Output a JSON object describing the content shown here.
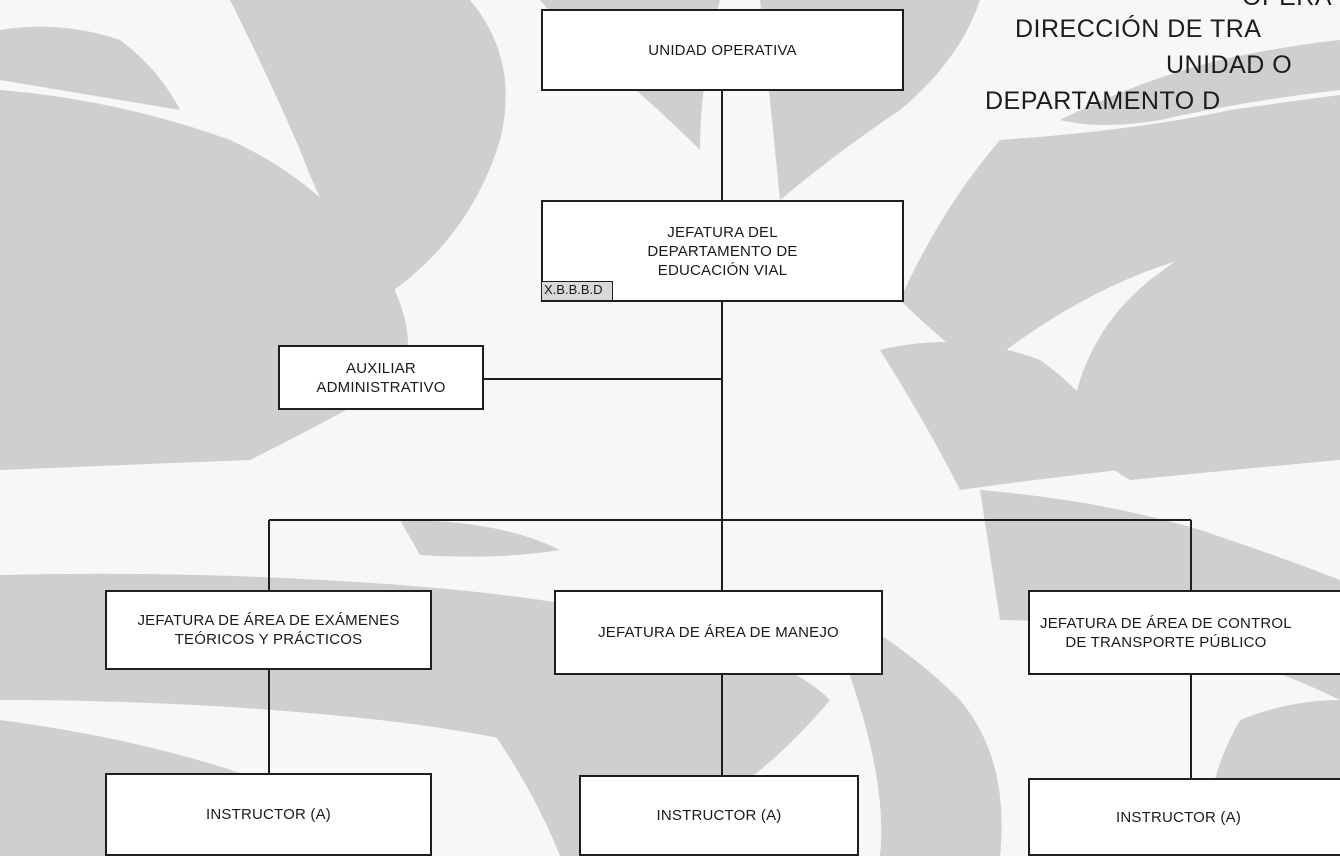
{
  "header": {
    "lines": [
      "OPERA",
      "DIRECCIÓN DE TRA",
      "UNIDAD O",
      "DEPARTAMENTO D"
    ]
  },
  "nodes": {
    "unidad_operativa": "UNIDAD OPERATIVA",
    "jefatura_departamento": "JEFATURA DEL\nDEPARTAMENTO DE\nEDUCACIÓN VIAL",
    "jefatura_code": "X.B.B.B.D",
    "auxiliar": "AUXILIAR\nADMINISTRATIVO",
    "area_examenes": "JEFATURA DE ÁREA DE EXÁMENES\nTEÓRICOS Y PRÁCTICOS",
    "area_manejo": "JEFATURA DE ÁREA DE MANEJO",
    "area_control": "JEFATURA DE ÁREA DE CONTROL\nDE TRANSPORTE PÚBLICO",
    "instructor_1": "INSTRUCTOR (A)",
    "instructor_2": "INSTRUCTOR (A)",
    "instructor_3": "INSTRUCTOR (A)"
  },
  "colors": {
    "background": "#f7f7f7",
    "watermark": "#cfcfcf",
    "box_fill": "#ffffff",
    "line": "#1e1e1e",
    "code_fill": "#d9d9d9"
  }
}
